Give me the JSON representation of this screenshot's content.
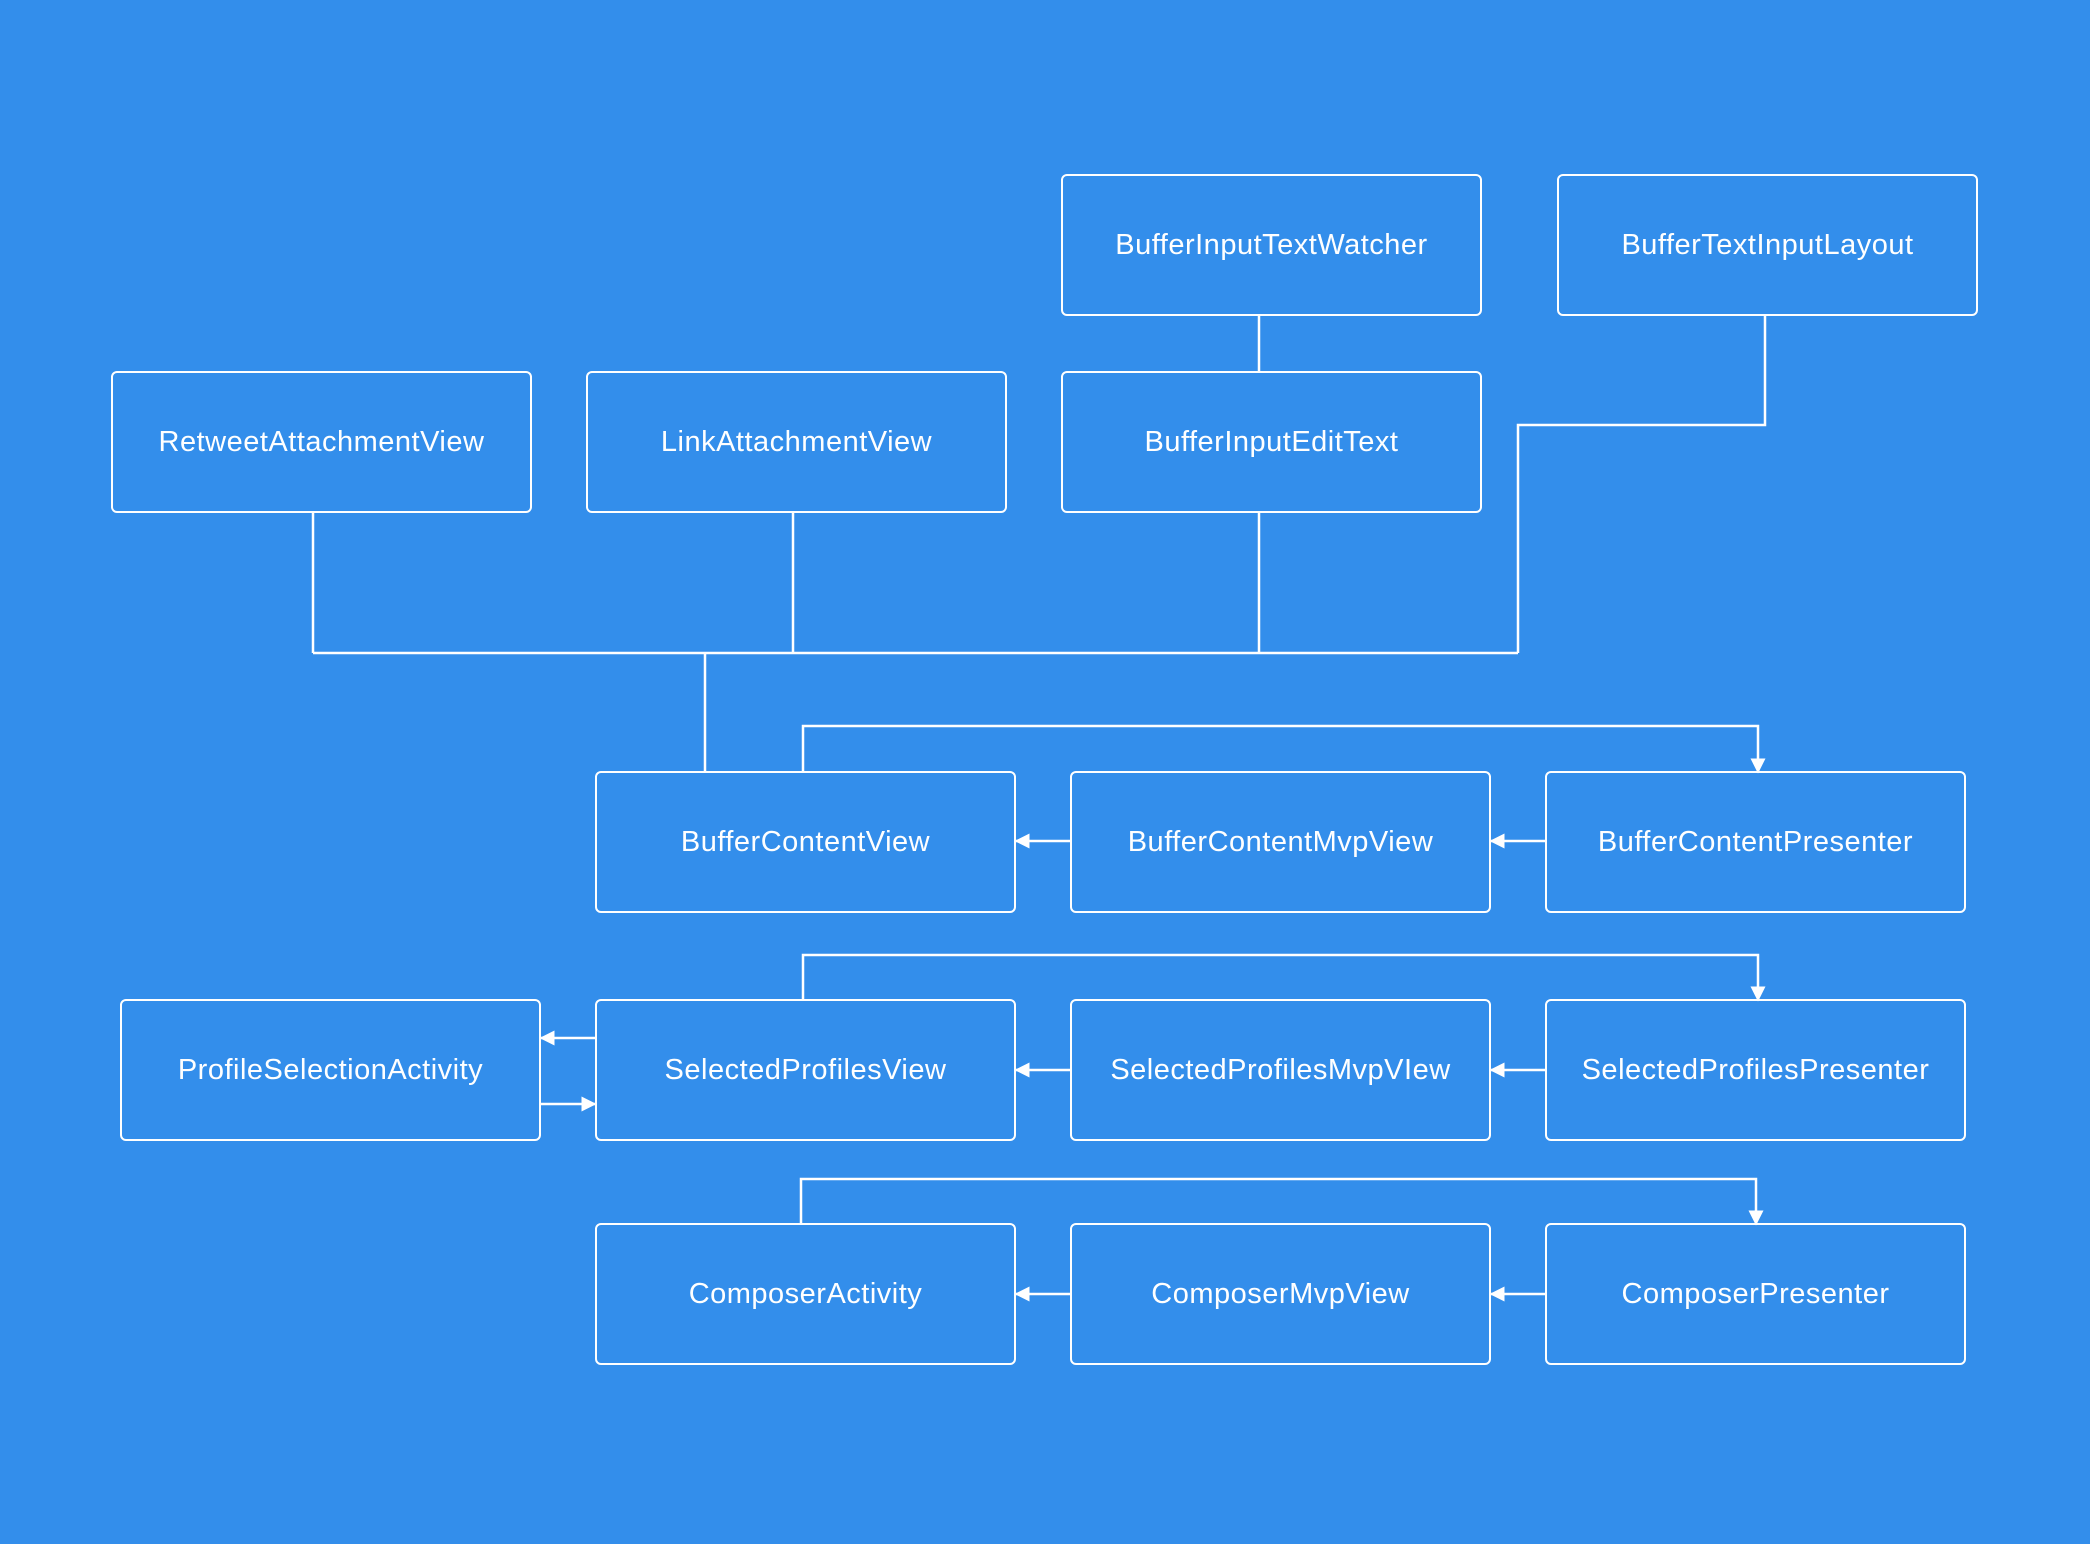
{
  "colors": {
    "background": "#338eeb",
    "line": "#ffffff",
    "text": "#ffffff"
  },
  "nodes": {
    "buffer_input_text_watcher": "BufferInputTextWatcher",
    "buffer_text_input_layout": "BufferTextInputLayout",
    "retweet_attachment_view": "RetweetAttachmentView",
    "link_attachment_view": "LinkAttachmentView",
    "buffer_input_edit_text": "BufferInputEditText",
    "buffer_content_view": "BufferContentView",
    "buffer_content_mvp_view": "BufferContentMvpView",
    "buffer_content_presenter": "BufferContentPresenter",
    "profile_selection_activity": "ProfileSelectionActivity",
    "selected_profiles_view": "SelectedProfilesView",
    "selected_profiles_mvp_view": "SelectedProfilesMvpVIew",
    "selected_profiles_presenter": "SelectedProfilesPresenter",
    "composer_activity": "ComposerActivity",
    "composer_mvp_view": "ComposerMvpView",
    "composer_presenter": "ComposerPresenter"
  }
}
